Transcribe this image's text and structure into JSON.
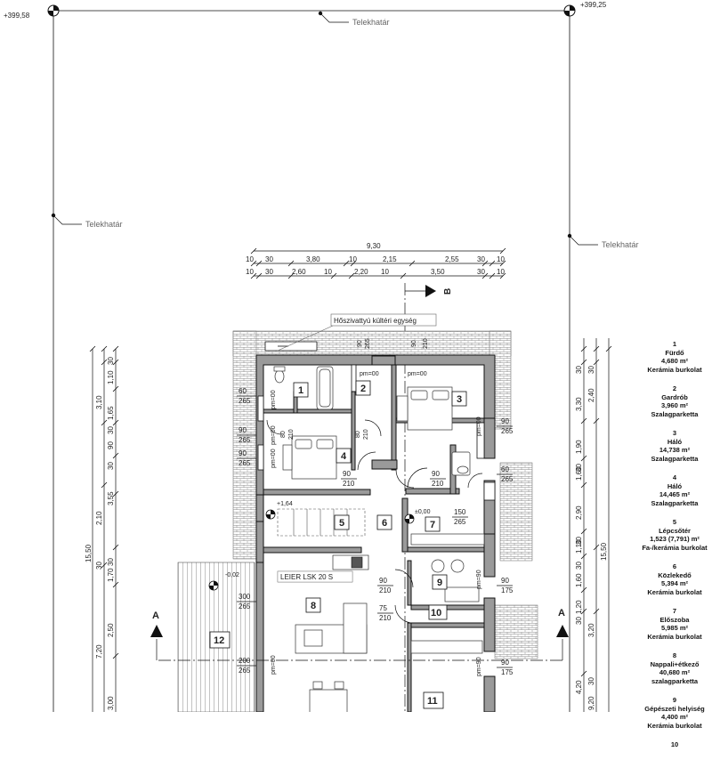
{
  "boundary": {
    "elev_left": "+399,58",
    "elev_right": "+399,25",
    "label": "Telekhatár"
  },
  "top_dims": {
    "total": "9,30",
    "row1": [
      "10",
      "30",
      "3,80",
      "10",
      "2,15",
      "2,55",
      "30",
      "10"
    ],
    "row2": [
      "10",
      "30",
      "2,60",
      "10",
      "2,20",
      "10",
      "3,50",
      "30",
      "10"
    ]
  },
  "left_dims": {
    "total": "15,50",
    "outer": [
      "1,10",
      "1,65",
      "90",
      "3,10",
      "3,55",
      "2,10",
      "1,70",
      "2,50",
      "7,20",
      "3,00"
    ],
    "inner": [
      "30",
      "30",
      "30",
      "30",
      "30"
    ]
  },
  "right_dims": {
    "total": "15,50",
    "outer": [
      "3,30",
      "1,90",
      "1,60",
      "2,90",
      "1,10",
      "1,60",
      "1,20",
      "3,20",
      "4,20",
      "9,20"
    ],
    "inner": [
      "30",
      "2,40",
      "30",
      "30",
      "30",
      "30",
      "30",
      "30"
    ]
  },
  "section_marks": {
    "a": "A",
    "b": "B"
  },
  "annotations": {
    "heat_pump": "Hőszivattyú kültéri egység",
    "stove": "LEIER LSK 20 S",
    "pm": "pm=00",
    "pm90": "pm=90",
    "level_stair": "+1,64",
    "level_lobby": "±0,00",
    "level_terrace": "-0,02"
  },
  "openings": [
    {
      "w": "60",
      "h": "265"
    },
    {
      "w": "90",
      "h": "265"
    },
    {
      "w": "90",
      "h": "265"
    },
    {
      "w": "90",
      "h": "210"
    },
    {
      "w": "90",
      "h": "210"
    },
    {
      "w": "90",
      "h": "210"
    },
    {
      "w": "300",
      "h": "265"
    },
    {
      "w": "200",
      "h": "265"
    },
    {
      "w": "75",
      "h": "210"
    },
    {
      "w": "150",
      "h": "265"
    },
    {
      "w": "60",
      "h": "265"
    },
    {
      "w": "90",
      "h": "175"
    },
    {
      "w": "90",
      "h": "175"
    },
    {
      "w": "90",
      "h": "265"
    }
  ],
  "door_sizes": [
    "80",
    "210",
    "80",
    "210",
    "90",
    "265",
    "90",
    "210"
  ],
  "room_numbers": [
    "1",
    "2",
    "3",
    "4",
    "5",
    "6",
    "7",
    "8",
    "9",
    "10",
    "11",
    "12"
  ],
  "rooms": [
    {
      "no": "1",
      "name": "Fürdő",
      "area": "4,680 m²",
      "finish": "Kerámia burkolat"
    },
    {
      "no": "2",
      "name": "Gardrób",
      "area": "3,960 m²",
      "finish": "Szalagparketta"
    },
    {
      "no": "3",
      "name": "Háló",
      "area": "14,738 m²",
      "finish": "Szalagparketta"
    },
    {
      "no": "4",
      "name": "Háló",
      "area": "14,465 m²",
      "finish": "Szalagparketta"
    },
    {
      "no": "5",
      "name": "Lépcsőtér",
      "area": "1,523 (7,791) m²",
      "finish": "Fa-/kerámia burkolat"
    },
    {
      "no": "6",
      "name": "Közlekedő",
      "area": "5,394 m²",
      "finish": "Kerámia burkolat"
    },
    {
      "no": "7",
      "name": "Előszoba",
      "area": "5,985 m²",
      "finish": "Kerámia burkolat"
    },
    {
      "no": "8",
      "name": "Nappali+étkező",
      "area": "40,680 m²",
      "finish": "szalagparketta"
    },
    {
      "no": "9",
      "name": "Gépészeti helyiség",
      "area": "4,400 m²",
      "finish": "Kerámia burkolat"
    },
    {
      "no": "10",
      "name": "",
      "area": "",
      "finish": ""
    }
  ]
}
